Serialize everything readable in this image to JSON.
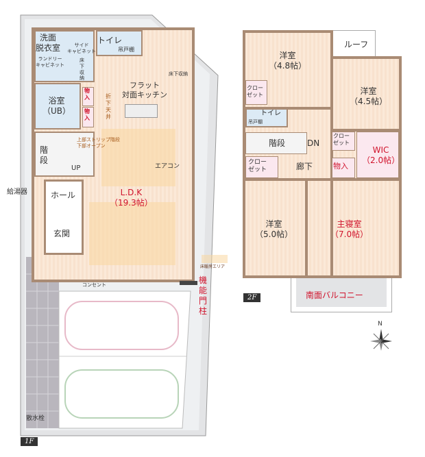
{
  "floor1": {
    "tag": "1F",
    "rooms": {
      "washroom": "洗面\n脱衣室",
      "side_cabinet": "サイド\nキャビネット",
      "laundry_cabinet": "ランドリー\nキャビネット",
      "underfloor_storage_wash": "床\n下\n収\n納",
      "toilet": "トイレ",
      "toilet_shelf": "吊戸棚",
      "bath": "浴室\n（UB）",
      "storage1": "物\n入",
      "storage2": "物\n入",
      "ceiling": "折\n下\n天\n井",
      "kitchen": "フラット\n対面キッチン",
      "underfloor_storage_kitchen": "床下収納",
      "stairs": "階\n段",
      "stairs_note": "上部ストリップ階段\n下部オープン",
      "up": "UP",
      "aircon": "エアコン",
      "ldk": "L.D.K\n（19.3帖）",
      "hall": "ホール",
      "entrance": "玄関",
      "water_heater": "給湯器",
      "outlet": "コンセント",
      "gate_post": "機\n能\n門\n柱",
      "floor_heating_legend": "床暖房エリア",
      "sprinkler": "散水栓"
    }
  },
  "floor2": {
    "tag": "2F",
    "rooms": {
      "western_48": "洋室\n（4.8帖）",
      "roof": "ルーフ",
      "western_45": "洋室\n（4.5帖）",
      "closet1": "クロー\nゼット",
      "toilet": "トイレ",
      "toilet_shelf": "吊戸棚",
      "stairs": "階段",
      "dn": "DN",
      "closet2": "クロー\nゼット",
      "closet3": "クロー\nゼット",
      "hallway": "廊下",
      "storage": "物入",
      "wic": "WIC\n（2.0帖）",
      "western_50": "洋室\n（5.0帖）",
      "master": "主寝室\n（7.0帖）",
      "balcony": "南面バルコニー"
    }
  },
  "compass": {
    "north": "N"
  },
  "colors": {
    "accent_red": "#d0122b",
    "wall": "#a98b74",
    "room_cream": "#fbe9d8",
    "wet_blue": "#dceaf5",
    "storage_pink": "#fbe8ef"
  }
}
